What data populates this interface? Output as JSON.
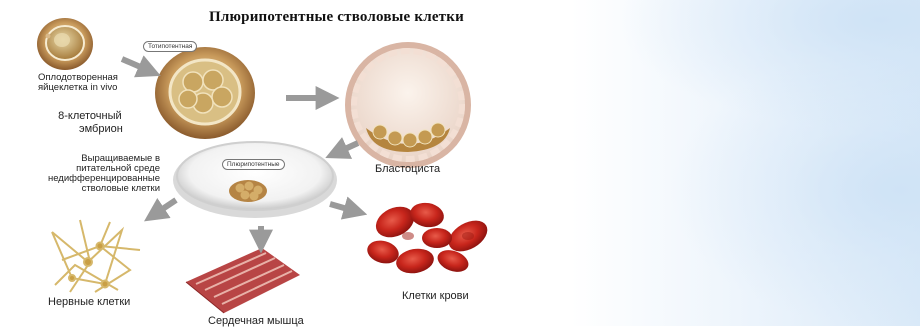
{
  "title": "Плюрипотентные стволовые клетки",
  "labels": {
    "fertilized_egg_1": "Оплодотворенная",
    "fertilized_egg_2": "яйцеклетка in vivo",
    "totipotent_tag": "Тотипотентная",
    "embryo_1": "8-клеточный",
    "embryo_2": "эмбрион",
    "blastocyst": "Бластоциста",
    "pluripotent_tag": "Плюрипотентные",
    "cultured_1": "Выращиваемые в",
    "cultured_2": "питательной среде",
    "cultured_3": "недифференцированные",
    "cultured_4": "стволовые клетки",
    "nerve_cells": "Нервные клетки",
    "heart_muscle": "Сердечная мышца",
    "blood_cells": "Клетки крови"
  }
}
